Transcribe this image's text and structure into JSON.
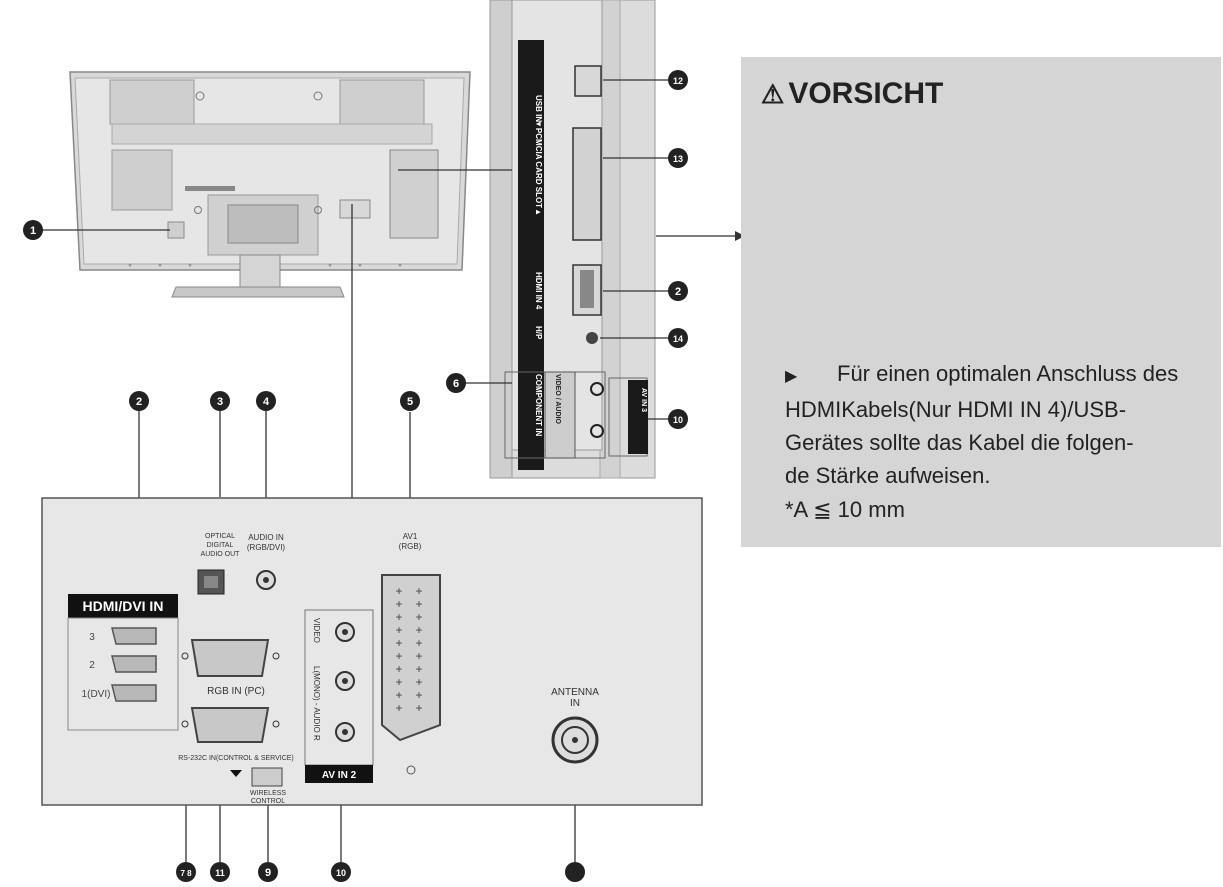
{
  "caution": {
    "title": "VORSICHT",
    "warning_symbol": "⚠",
    "text": "Für einen optimalen Anschluss des HDMIKabels(Nur HDMI IN 4)/USB-Gerätes sollte das Kabel die folgen-de Stärke aufweisen.",
    "text_lines": [
      "Für einen optimalen Anschluss des",
      "HDMIKabels(Nur HDMI IN 4)/USB-",
      "Gerätes sollte das Kabel die folgen-",
      "de Stärke aufweisen."
    ],
    "requirement": "*A ≦ 10 mm",
    "dimension_label": "A"
  },
  "side_panel": {
    "usb_label": "USB IN",
    "pcmcia_label": "▼PCMCIA CARD SLOT▲",
    "hdmi_label": "HDMI IN 4",
    "headphone_label": "H/P",
    "component_label": "COMPONENT IN",
    "component_sub": "VIDEO / AUDIO",
    "av_in3_label": "AV IN 3"
  },
  "rear_panel": {
    "hdmi_dvi_title": "HDMI/DVI IN",
    "hdmi_ports": [
      "3",
      "2",
      "1(DVI)"
    ],
    "optical_label": [
      "OPTICAL",
      "DIGITAL",
      "AUDIO OUT"
    ],
    "audio_in_label": [
      "AUDIO IN",
      "(RGB/DVI)"
    ],
    "av1_label": [
      "AV1",
      "(RGB)"
    ],
    "rgb_in_label": "RGB IN (PC)",
    "rs232c_label": "RS-232C IN(CONTROL & SERVICE)",
    "wireless_label": [
      "WIRELESS",
      "CONTROL"
    ],
    "av_in2_label": "AV IN 2",
    "av_in2_jacks": [
      "VIDEO",
      "L(MONO) - AUDIO -",
      "R"
    ],
    "antenna_label": [
      "ANTENNA",
      "IN"
    ]
  },
  "callouts": {
    "c1": "1",
    "c2_rear": "2",
    "c3": "3",
    "c4": "4",
    "c5": "5",
    "c6": "6",
    "c78": "7 8",
    "c11": "11",
    "c9": "9",
    "c10_bottom": "10",
    "c12": "12",
    "c13": "13",
    "c2_side": "2",
    "c14": "14",
    "c10_side": "10"
  }
}
